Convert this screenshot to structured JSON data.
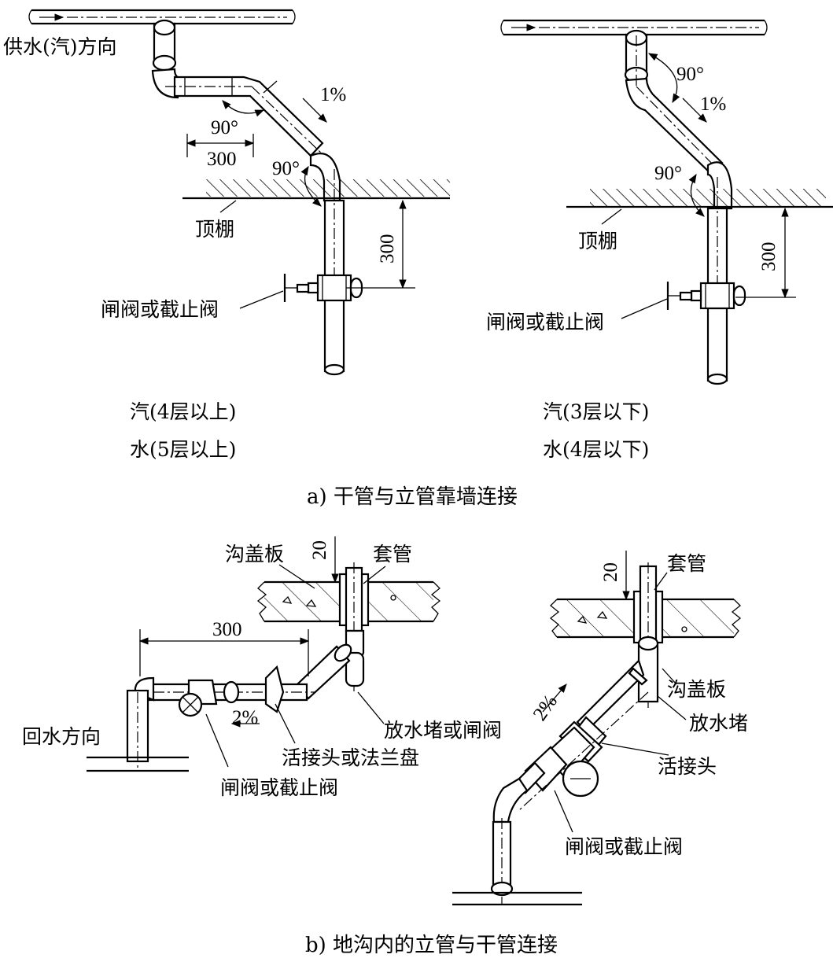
{
  "panel_a": {
    "left": {
      "supply_direction": "供水(汽)方向",
      "slope": "1%",
      "angle_upper": "90°",
      "angle_lower": "90°",
      "dim_horizontal": "300",
      "ceiling": "顶棚",
      "dim_vertical": "300",
      "valve": "闸阀或截止阀",
      "note_steam": "汽(4层以上)",
      "note_water": "水(5层以上)"
    },
    "right": {
      "angle_upper": "90°",
      "slope": "1%",
      "angle_lower": "90°",
      "ceiling": "顶棚",
      "dim_vertical": "300",
      "valve": "闸阀或截止阀",
      "note_steam": "汽(3层以下)",
      "note_water": "水(4层以下)"
    },
    "caption": "a) 干管与立管靠墙连接"
  },
  "panel_b": {
    "left": {
      "trench_cover": "沟盖板",
      "dim_cover": "20",
      "sleeve": "套管",
      "dim_horizontal": "300",
      "return_direction": "回水方向",
      "slope": "2%",
      "drain": "放水堵或闸阀",
      "union": "活接头或法兰盘",
      "valve": "闸阀或截止阀"
    },
    "right": {
      "dim_cover": "20",
      "sleeve": "套管",
      "trench_cover": "沟盖板",
      "slope": "2%",
      "drain": "放水堵",
      "union": "活接头",
      "valve": "闸阀或截止阀"
    },
    "caption": "b) 地沟内的立管与干管连接"
  }
}
